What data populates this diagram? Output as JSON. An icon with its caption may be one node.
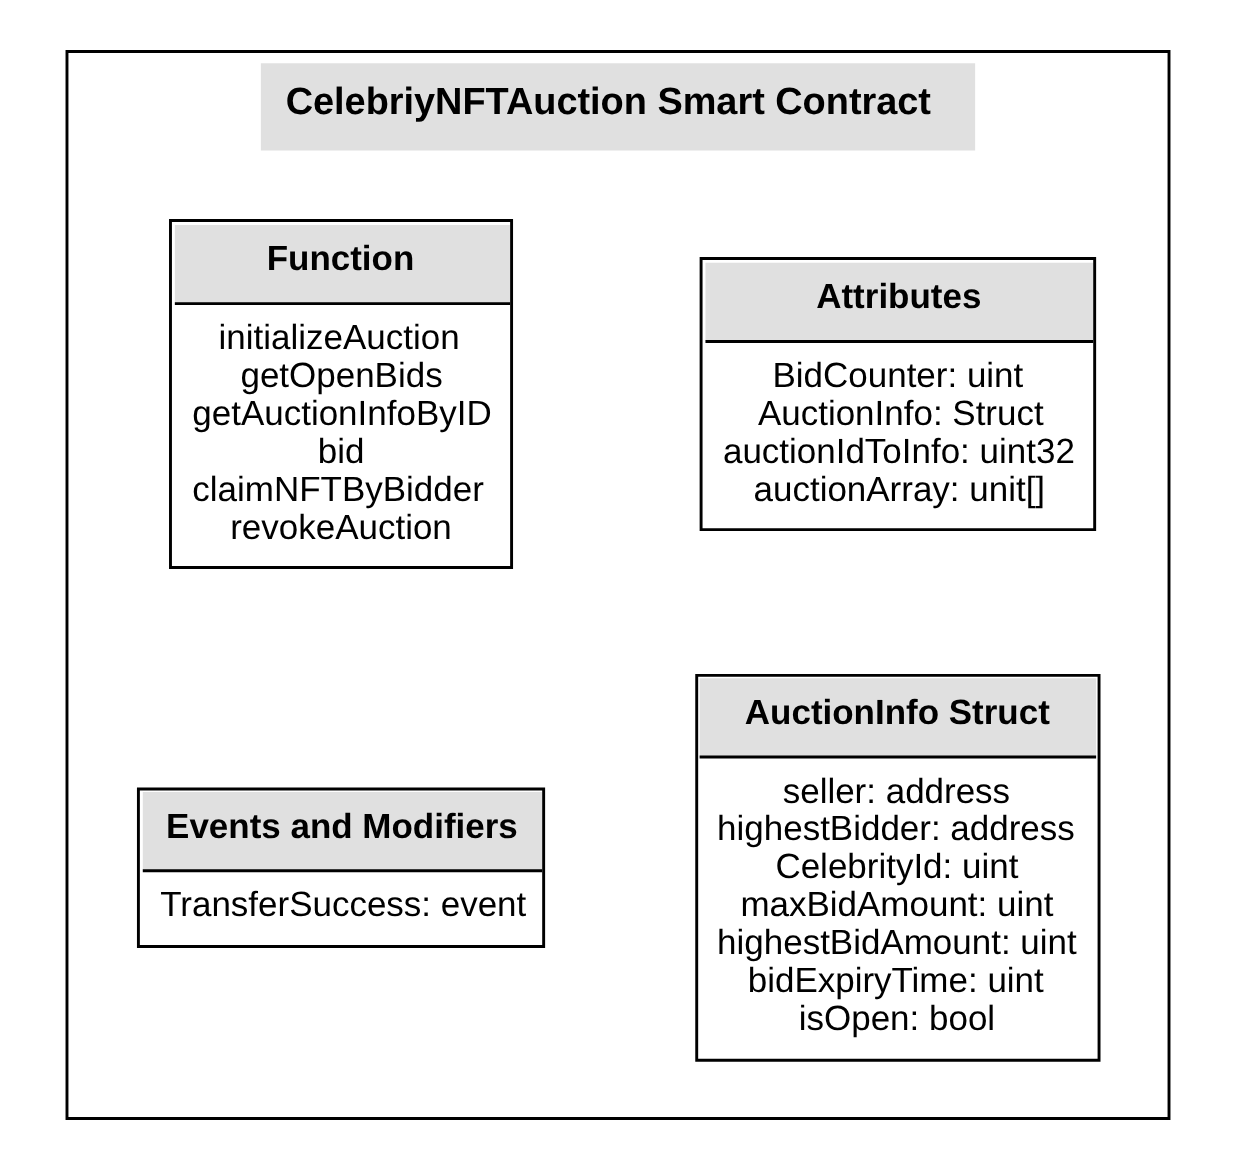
{
  "diagram": {
    "nodes": [
      {
        "text": [
          "CelebriyNFTAuction Smart Contract"
        ]
      },
      {
        "text": [
          "Attributes",
          "BidCounter: uint",
          "AuctionInfo: Struct",
          "auctionIdToInfo: uint32",
          "auctionArray: unit[]"
        ],
        "in": 0
      },
      {
        "text": [
          "Function",
          "initializeAuction",
          "getOpenBids",
          "getAuctionInfoByID",
          "bid",
          "claimNFTByBidder",
          "revokeAuction"
        ],
        "in": 0
      },
      {
        "text": [
          "AuctionInfo Struct",
          "seller: address",
          "highestBidder: address",
          "CelebrityId: uint",
          "maxBidAmount: uint",
          "highestBidAmount: uint",
          "bidExpiryTime: uint",
          "isOpen: bool"
        ],
        "in": 0
      },
      {
        "text": [
          "Events and Modifiers",
          "TransferSuccess: event"
        ],
        "in": 0
      }
    ],
    "edges": []
  }
}
